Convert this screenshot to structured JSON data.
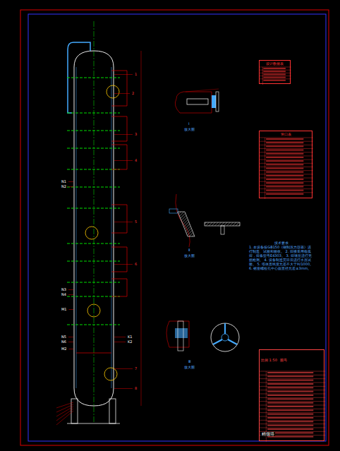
{
  "diagram": {
    "title": "精馏塔",
    "nodes": [
      {
        "text": [
          "设计数据表"
        ]
      },
      {
        "text": [
          "管口表"
        ]
      },
      {
        "text": [
          "技术要求",
          "1. 本设备按GB150《钢制压力容器》进行制造、试验和验收。 2. 焊接采用电弧焊，焊条型号E4303。 3. 焊缝应进行无损检测。 4. 设备制造完毕后进行水压试验。 5. 塔体直线度允差不大于H/1000。 6. 裙座螺栓孔中心圆直径允差±3mm。"
        ]
      },
      {
        "text": [
          "比例 1:50",
          "图号"
        ]
      }
    ],
    "labels": [
      "N1",
      "N2",
      "N3",
      "N4",
      "N5",
      "N6",
      "M1",
      "M2",
      "K1",
      "K2",
      "1",
      "2",
      "3",
      "4",
      "5",
      "6",
      "7",
      "8",
      "Ⅰ",
      "放大图",
      "Ⅱ",
      "放大图",
      "Ⅲ",
      "放大图"
    ]
  }
}
